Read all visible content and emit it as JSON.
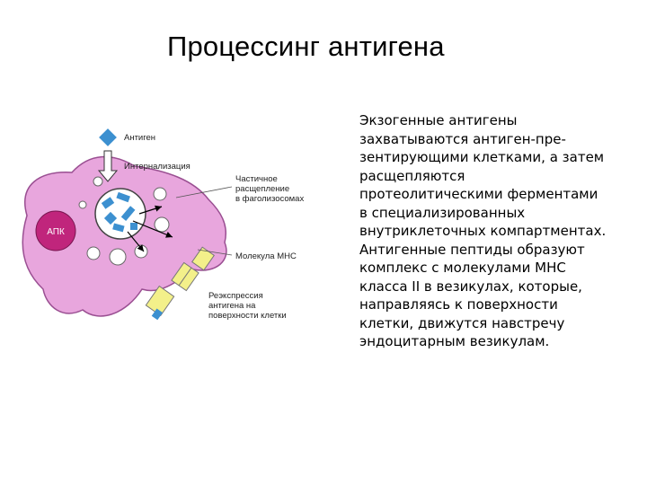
{
  "slide": {
    "title": "Процессинг антигена"
  },
  "figure": {
    "labels": {
      "antigen": "Антиген",
      "internalization": "Интернализация",
      "partial_cleavage": [
        "Частичное",
        "расщепление",
        "в фаголизосомах"
      ],
      "apc": "АПК",
      "mhc_molecule": "Молекула МНС",
      "reexpression": [
        "Реэкспрессия",
        "антигена на",
        "поверхности клетки"
      ]
    },
    "colors": {
      "cell_fill": "#e8a6dd",
      "cell_stroke": "#9a4f92",
      "nucleus": "#c0257c",
      "antigen_blue": "#3c90d0",
      "mhc_yellow": "#f3f08a"
    }
  },
  "text": {
    "lines": [
      "Экзогенные антигены",
      "захватываются антиген-пре-",
      "зентирующими клетками, а затем",
      "расщепляются",
      "протеолитическими ферментами",
      "в специализированных",
      "внутриклеточных компартментах.",
      "Антигенные пептиды образуют",
      "комплекс с молекулами МНС",
      "класса II в везикулах, которые,",
      "направляясь к поверхности",
      "клетки, движутся навстречу",
      "эндоцитарным везикулам."
    ]
  }
}
